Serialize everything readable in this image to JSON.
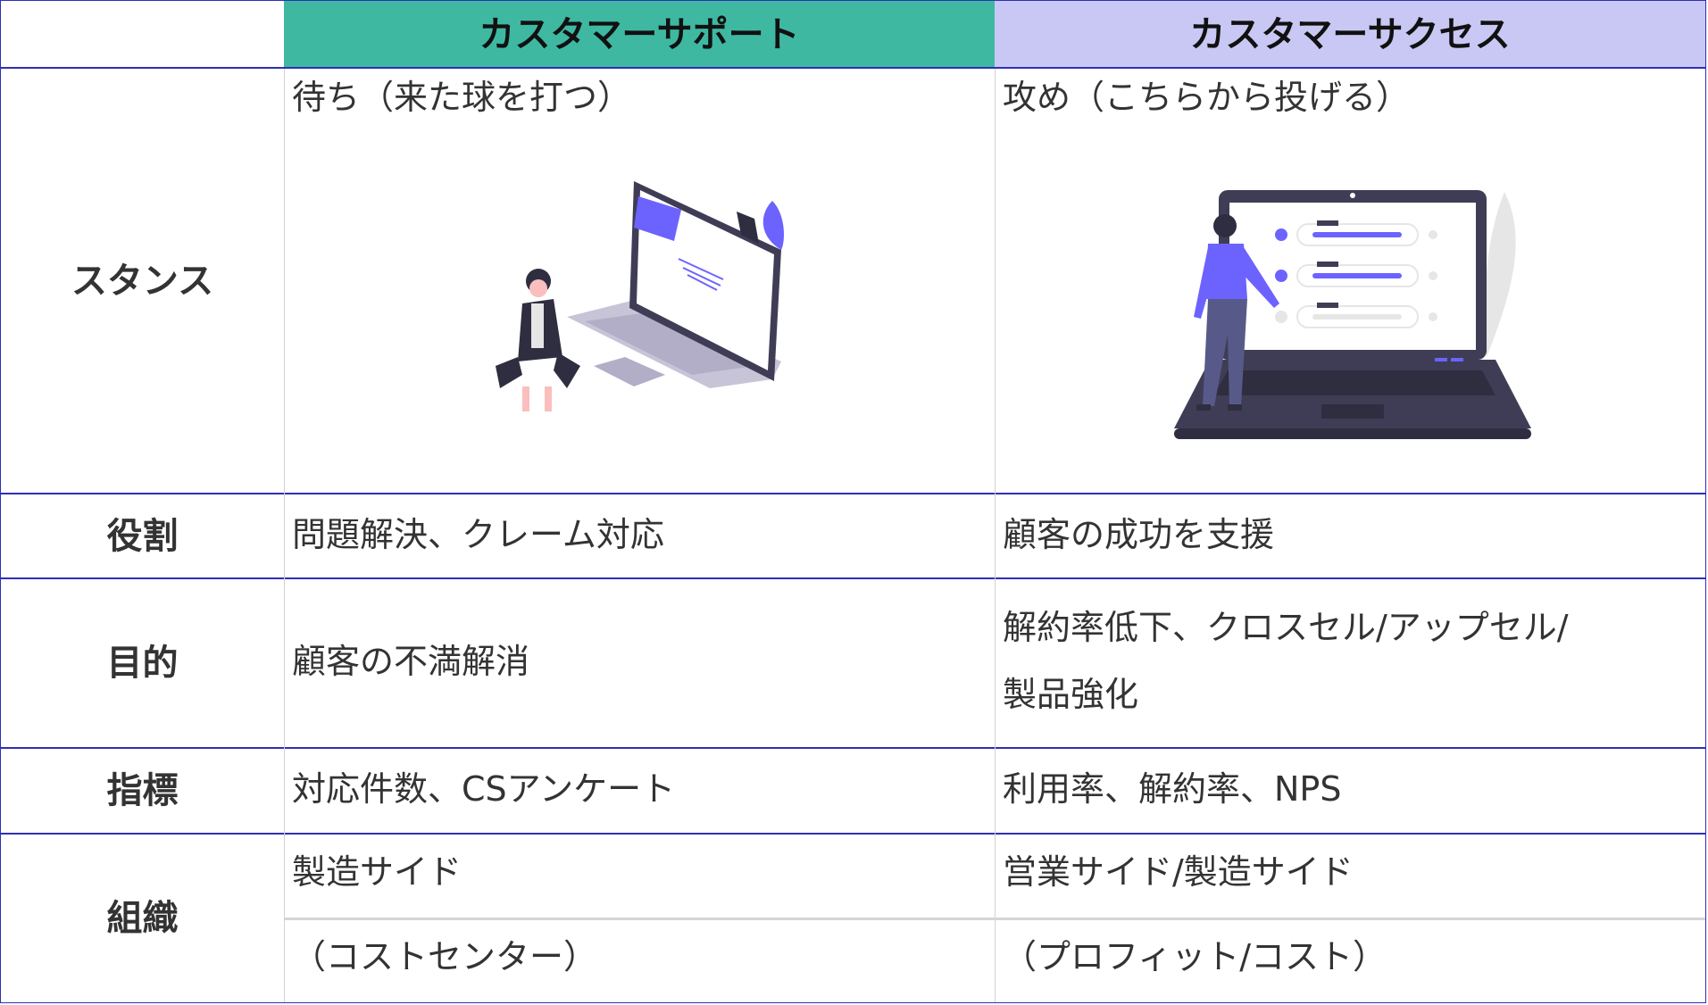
{
  "columns": {
    "support": "カスタマーサポート",
    "success": "カスタマーサクセス"
  },
  "colors": {
    "support_header": "#3fb8a2",
    "success_header": "#c9c8f4",
    "accent": "#6c63ff",
    "row_border": "#2f2fb5"
  },
  "rows": {
    "stance": {
      "label": "スタンス",
      "support": "待ち（来た球を打つ）",
      "success": "攻め（こちらから投げる）"
    },
    "role": {
      "label": "役割",
      "support": "問題解決、クレーム対応",
      "success": "顧客の成功を支援"
    },
    "purpose": {
      "label": "目的",
      "support": "顧客の不満解消",
      "success_line1": "解約率低下、クロスセル/アップセル/",
      "success_line2": "製品強化"
    },
    "metric": {
      "label": "指標",
      "support": "対応件数、CSアンケート",
      "success": "利用率、解約率、NPS"
    },
    "org": {
      "label": "組織",
      "support_line1": "製造サイド",
      "support_line2": "（コストセンター）",
      "success_line1": "営業サイド/製造サイド",
      "success_line2": "（プロフィット/コスト）"
    }
  }
}
